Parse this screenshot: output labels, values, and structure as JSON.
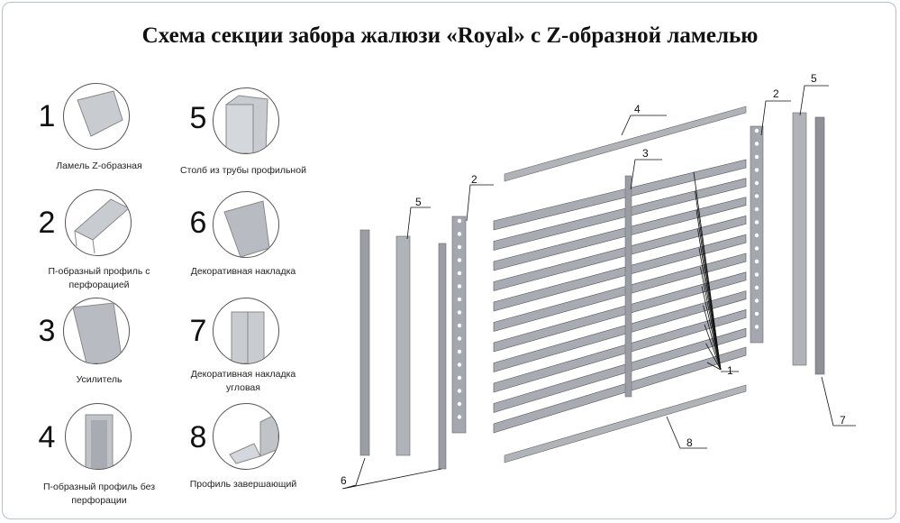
{
  "title": "Схема секции забора жалюзи «Royal» с Z-образной ламелью",
  "legend": [
    {
      "num": "1",
      "label": "Ламель Z-образная"
    },
    {
      "num": "2",
      "label": "П-образный профиль с перфорацией"
    },
    {
      "num": "3",
      "label": "Усилитель"
    },
    {
      "num": "4",
      "label": "П-образный профиль без перфорации"
    },
    {
      "num": "5",
      "label": "Столб из трубы профильной"
    },
    {
      "num": "6",
      "label": "Декоративная накладка"
    },
    {
      "num": "7",
      "label": "Декоративная накладка угловая"
    },
    {
      "num": "8",
      "label": "Профиль завершающий"
    }
  ],
  "callouts": {
    "c4": "4",
    "c3": "3",
    "c2l": "2",
    "c5l": "5",
    "c2r": "2",
    "c5r": "5",
    "c1": "1",
    "c7": "7",
    "c8": "8",
    "c6": "6"
  }
}
